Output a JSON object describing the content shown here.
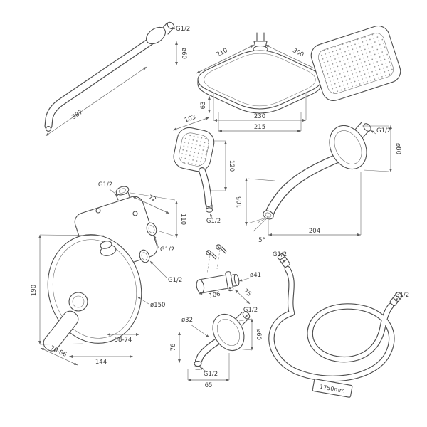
{
  "diagram": {
    "shower_arm": {
      "thread": "G1/2",
      "flange_diameter": "ø60",
      "length": "387"
    },
    "overhead_shower": {
      "depth": "210",
      "width": "300",
      "height": "63",
      "body_width": "230",
      "inner_width": "215"
    },
    "spout": {
      "thread": "G1/2",
      "flange_diameter": "ø80",
      "height": "105",
      "length": "204",
      "angle": "5°"
    },
    "hand_shower": {
      "width": "103",
      "height": "120",
      "thread": "G1/2"
    },
    "mixer": {
      "thread_top": "G1/2",
      "top_offset": "72",
      "port_spacing": "110",
      "thread_side": "G1/2",
      "thread_bottom": "G1/2",
      "plate_diameter": "ø150",
      "plate_height": "190",
      "handle_depth": "58-74",
      "body_depth": "70-86",
      "plate_width": "144"
    },
    "bracket": {
      "diameter": "ø41",
      "length": "106",
      "depth": "75"
    },
    "wall_elbow": {
      "pipe_diameter": "ø32",
      "thread_side": "G1/2",
      "flange_diameter": "ø60",
      "height": "76",
      "thread_outlet": "G1/2",
      "width": "65"
    },
    "hose": {
      "thread_top": "G1/2",
      "thread_end": "G1/2",
      "length": "1750mm"
    }
  }
}
